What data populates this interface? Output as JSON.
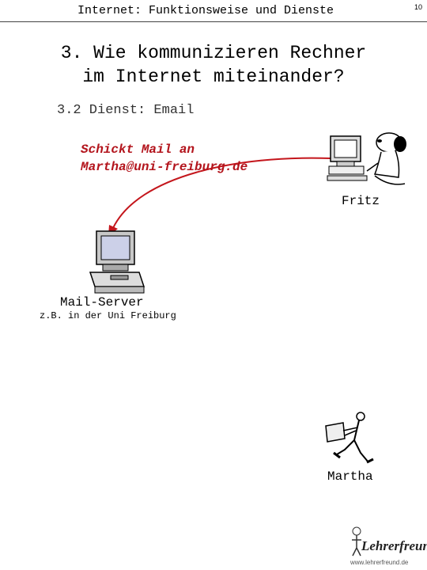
{
  "header": {
    "title": "Internet: Funktionsweise und Dienste",
    "page_number": "10"
  },
  "slide": {
    "title_line1": "3. Wie kommunizieren Rechner",
    "title_line2": "im Internet miteinander?",
    "section": "3.2 Dienst: Email"
  },
  "mail_note": {
    "line1": "Schickt Mail an",
    "line2": "Martha@uni-freiburg.de",
    "color": "#b3141c"
  },
  "nodes": {
    "fritz": "Fritz",
    "server": "Mail-Server",
    "server_note": "z.B. in der Uni Freiburg",
    "martha": "Martha"
  },
  "logo": {
    "name": "Lehrerfreund",
    "url": "www.lehrerfreund.de"
  }
}
